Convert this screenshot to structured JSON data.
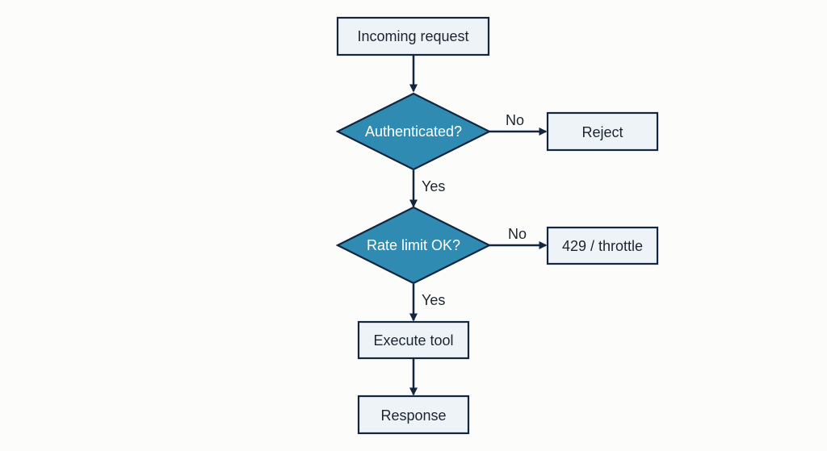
{
  "flowchart": {
    "nodes": {
      "incoming_request": "Incoming request",
      "authenticated": "Authenticated?",
      "reject": "Reject",
      "rate_limit": "Rate limit OK?",
      "throttle": "429 / throttle",
      "execute_tool": "Execute tool",
      "response": "Response"
    },
    "edge_labels": {
      "auth_no": "No",
      "auth_yes": "Yes",
      "rate_no": "No",
      "rate_yes": "Yes"
    }
  },
  "colors": {
    "background": "#fcfcfb",
    "box_fill": "#eef3f8",
    "decision_fill": "#2f8bb2",
    "stroke": "#13263f"
  }
}
